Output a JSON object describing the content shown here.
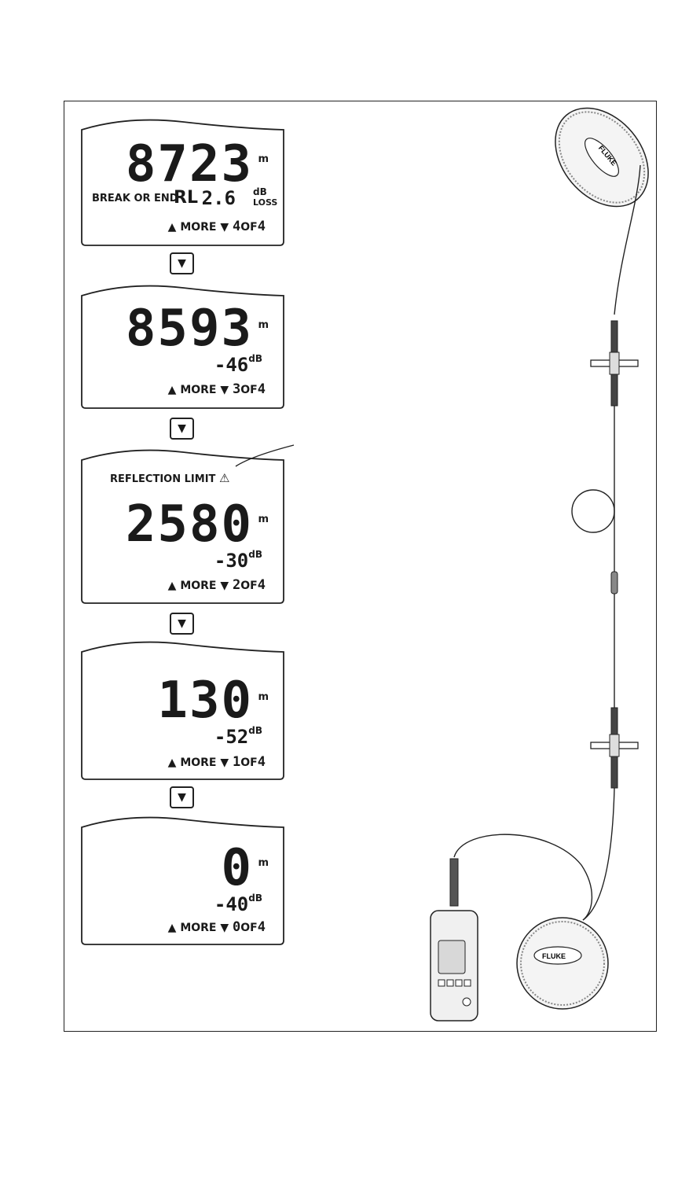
{
  "screens": [
    {
      "distance": "8723",
      "unit": "m",
      "label": "BREAK OR END",
      "rl_label": "RL",
      "rl_value": "2.6",
      "rl_unit": "dB",
      "rl_unit_sub": "LOSS",
      "more": "MORE",
      "page": "4",
      "of": "OF",
      "total": "4"
    },
    {
      "distance": "8593",
      "unit": "m",
      "db_value": "-46",
      "db_unit": "dB",
      "more": "MORE",
      "page": "3",
      "of": "OF",
      "total": "4"
    },
    {
      "warning": "REFLECTION LIMIT",
      "distance": "2580",
      "unit": "m",
      "db_value": "-30",
      "db_unit": "dB",
      "more": "MORE",
      "page": "2",
      "of": "OF",
      "total": "4"
    },
    {
      "distance": "130",
      "unit": "m",
      "db_value": "-52",
      "db_unit": "dB",
      "more": "MORE",
      "page": "1",
      "of": "OF",
      "total": "4"
    },
    {
      "distance": "0",
      "unit": "m",
      "db_value": "-40",
      "db_unit": "dB",
      "more": "MORE",
      "page": "0",
      "of": "OF",
      "total": "4"
    }
  ],
  "brand": "FLUKE",
  "colors": {
    "line": "#1a1a1a",
    "reel": "#f2f2f2"
  },
  "icons": [
    "down-arrow-button",
    "warning-icon",
    "up-triangle-icon",
    "down-triangle-icon"
  ]
}
